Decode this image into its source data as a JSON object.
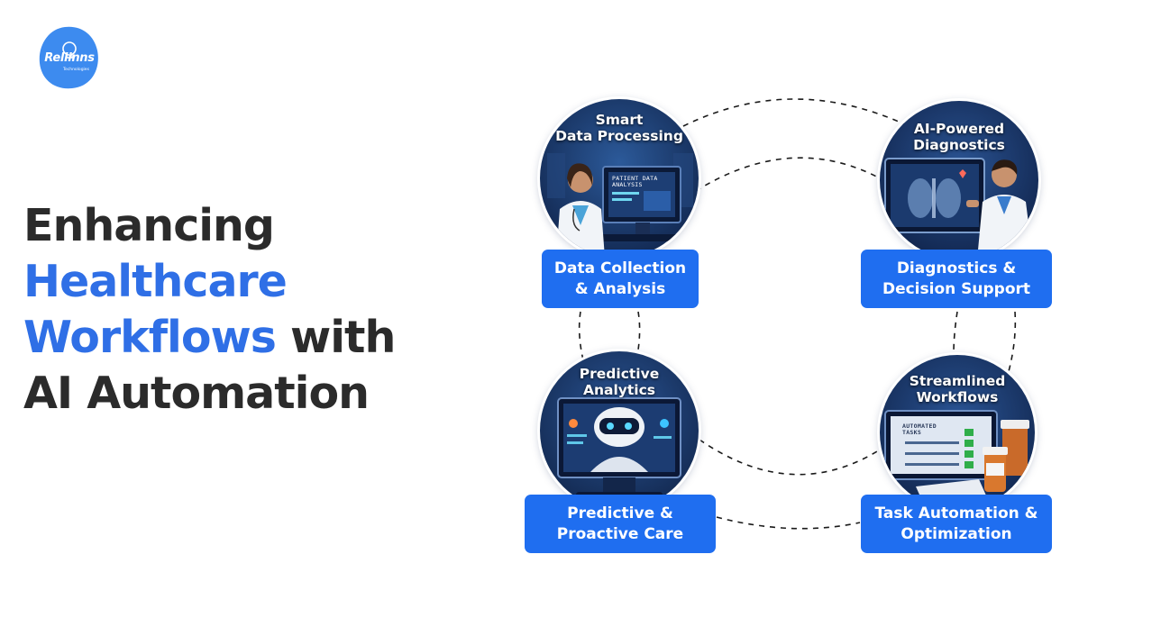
{
  "logo": {
    "brand": "Reliinns",
    "tagline": "Technologies",
    "color": "#3d8bef"
  },
  "headline": {
    "line1": "Enhancing",
    "line2": "Healthcare",
    "line3_blue": "Workflows",
    "line3_rest": " with",
    "line4": "AI Automation",
    "accent_color": "#2f6fe6",
    "text_color": "#2b2b2b"
  },
  "nodes": [
    {
      "circle_title_1": "Smart",
      "circle_title_2": "Data Processing",
      "screen_text_1": "PATIENT DATA",
      "screen_text_2": "ANALYSIS",
      "label_1": "Data Collection",
      "label_2": "& Analysis"
    },
    {
      "circle_title_1": "AI-Powered",
      "circle_title_2": "Diagnostics",
      "label_1": "Diagnostics &",
      "label_2": "Decision Support"
    },
    {
      "circle_title_1": "Predictive",
      "circle_title_2": "Analytics",
      "label_1": "Predictive &",
      "label_2": "Proactive Care"
    },
    {
      "circle_title_1": "Streamlined",
      "circle_title_2": "Workflows",
      "screen_text_1": "AUTOMATED",
      "screen_text_2": "TASKS",
      "label_1": "Task Automation &",
      "label_2": "Optimization"
    }
  ],
  "colors": {
    "label_bg": "#1f6ef0",
    "circle_bg": "#16305e"
  }
}
